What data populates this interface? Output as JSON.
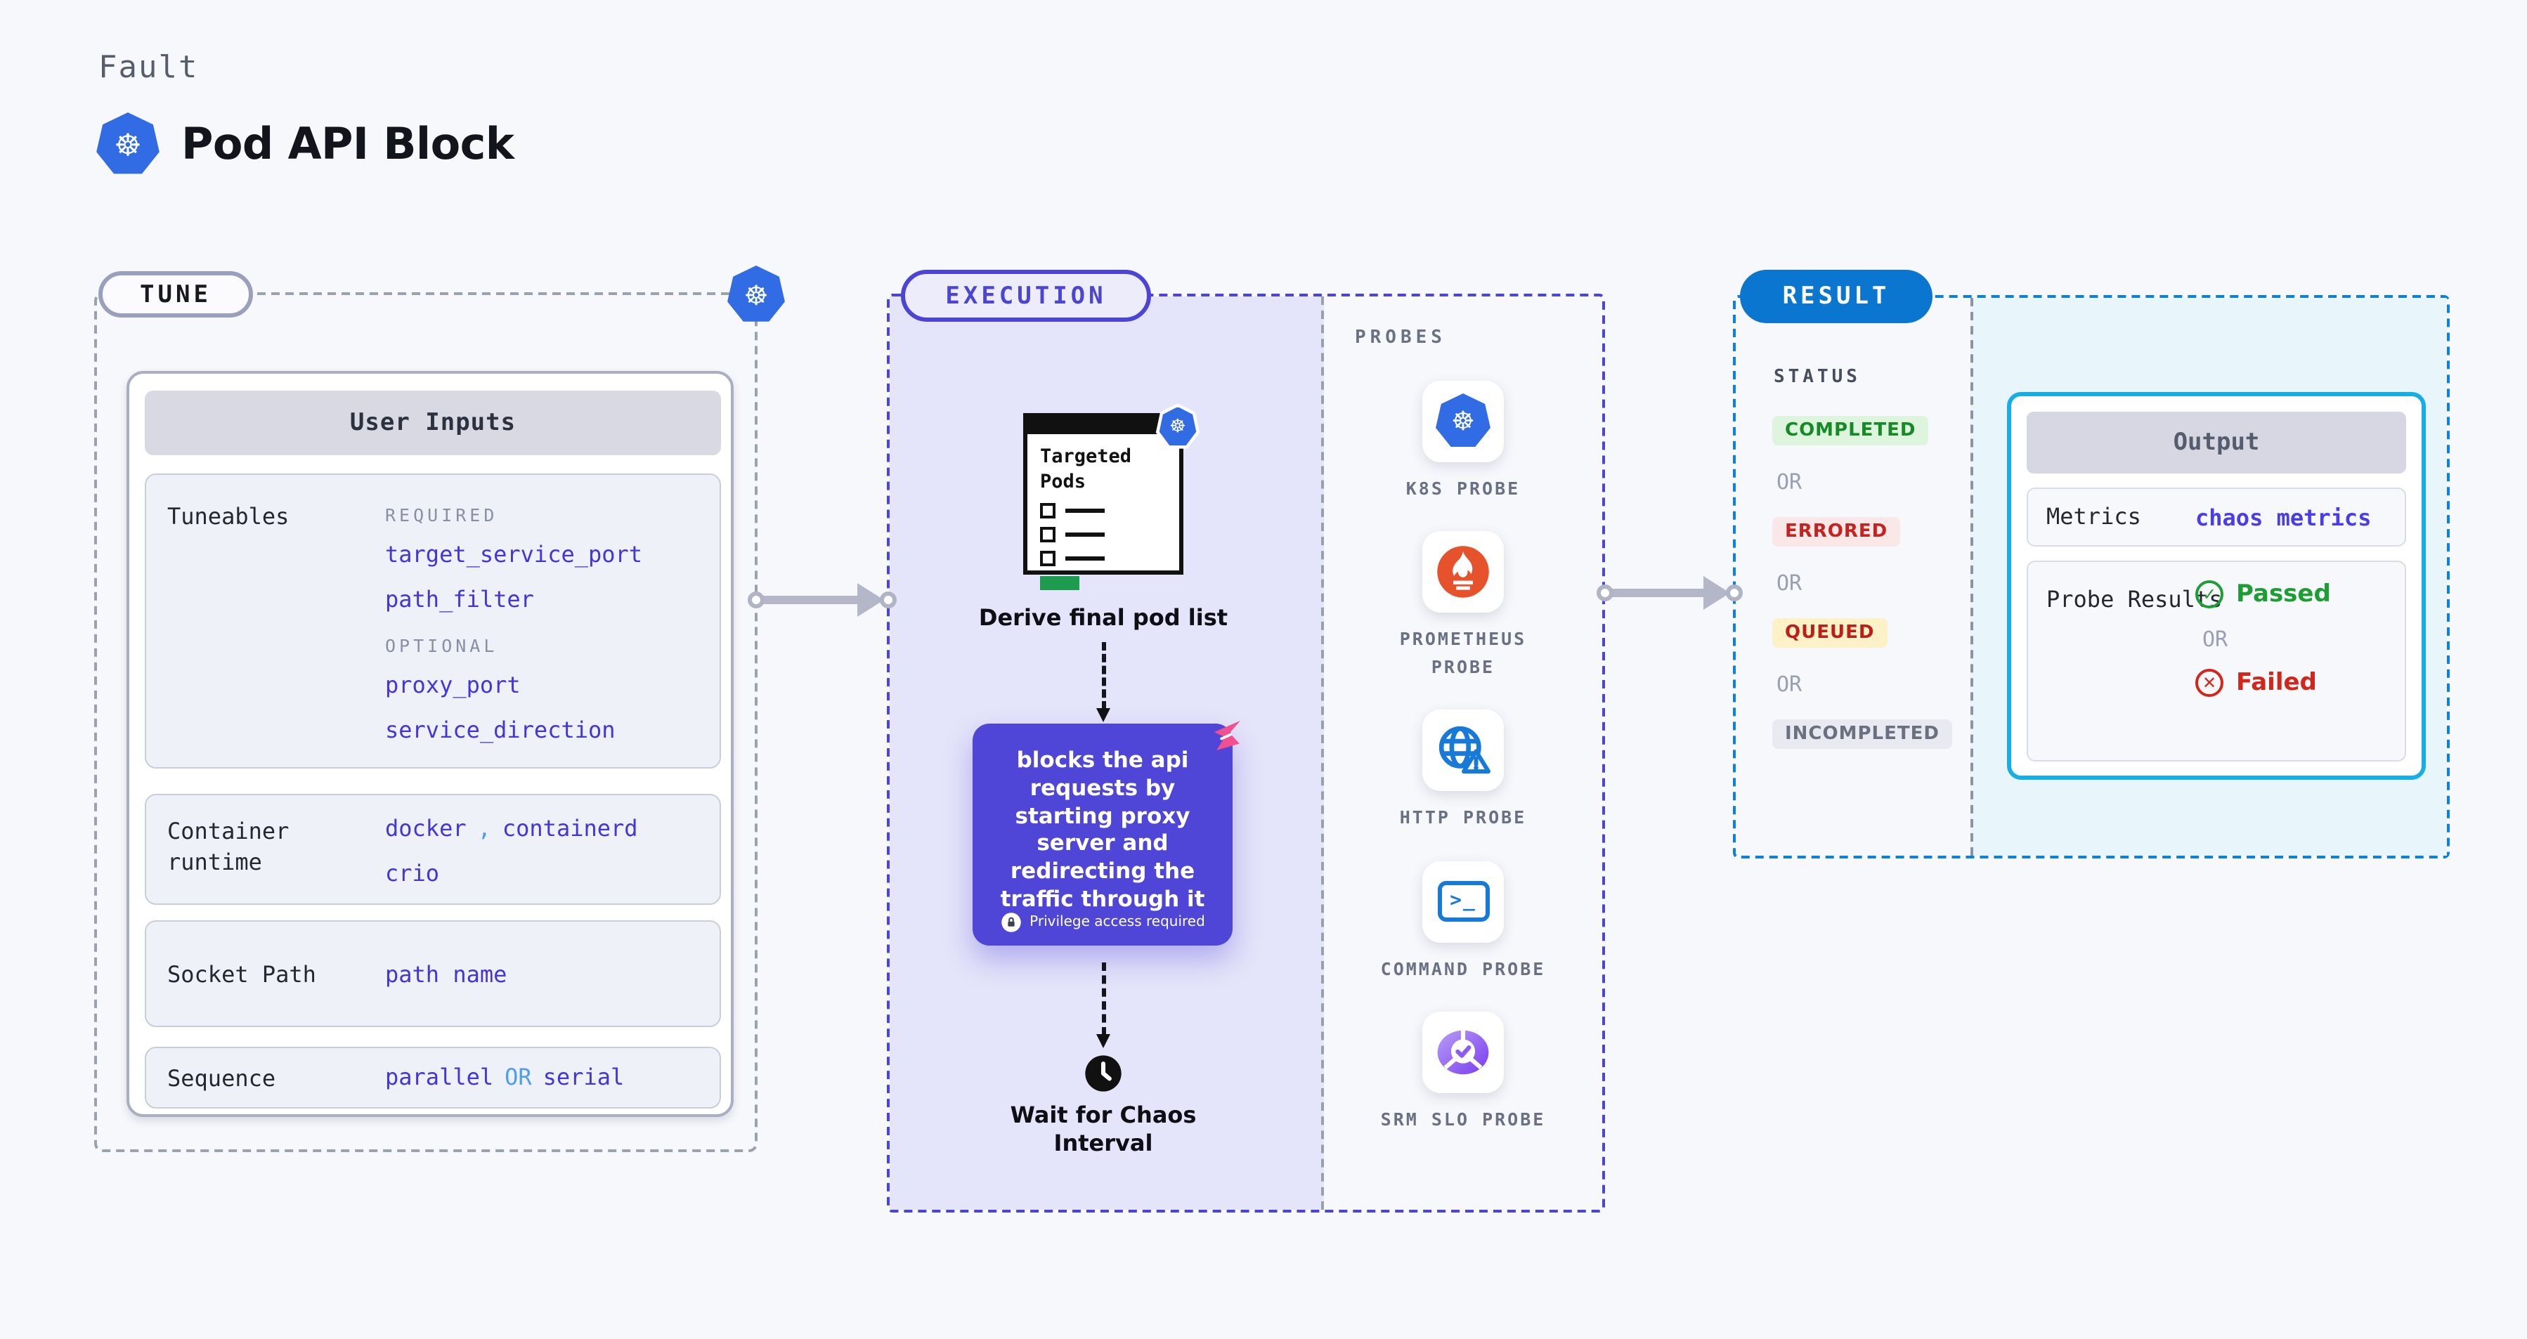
{
  "page": {
    "kind_label": "Fault",
    "title": "Pod API Block"
  },
  "tune": {
    "badge": "TUNE",
    "card_title": "User Inputs",
    "tuneables": {
      "label": "Tuneables",
      "required_heading": "REQUIRED",
      "required": [
        "target_service_port",
        "path_filter"
      ],
      "optional_heading": "OPTIONAL",
      "optional": [
        "proxy_port",
        "service_direction"
      ]
    },
    "container_runtime": {
      "label": "Container runtime",
      "value_1": "docker",
      "separator": ",",
      "value_2": "containerd",
      "value_3": "crio"
    },
    "socket_path": {
      "label": "Socket Path",
      "value": "path name"
    },
    "sequence": {
      "label": "Sequence",
      "value_1": "parallel",
      "separator": "OR",
      "value_2": "serial"
    }
  },
  "execution": {
    "badge": "EXECUTION",
    "pod_list_doc": {
      "title": "Targeted Pods",
      "icon": "kubernetes-icon"
    },
    "derive_label": "Derive final pod list",
    "action_box": {
      "text": "blocks the api requests by starting proxy server and redirecting the traffic through it",
      "note": "Privilege access required",
      "corner_icon": "chaos-pink-icon"
    },
    "wait_label": "Wait for Chaos Interval"
  },
  "probes": {
    "heading": "PROBES",
    "items": [
      {
        "label": "K8S PROBE",
        "icon": "kubernetes-icon"
      },
      {
        "label": "PROMETHEUS PROBE",
        "icon": "prometheus-flame-icon"
      },
      {
        "label": "HTTP PROBE",
        "icon": "globe-alert-icon"
      },
      {
        "label": "COMMAND PROBE",
        "icon": "terminal-icon"
      },
      {
        "label": "SRM SLO PROBE",
        "icon": "slo-gauge-check-icon"
      }
    ]
  },
  "result": {
    "badge": "RESULT",
    "status": {
      "heading": "STATUS",
      "separator": "OR",
      "options": [
        {
          "label": "COMPLETED",
          "type": "success"
        },
        {
          "label": "ERRORED",
          "type": "error"
        },
        {
          "label": "QUEUED",
          "type": "warning"
        },
        {
          "label": "INCOMPLETED",
          "type": "neutral"
        }
      ]
    },
    "output": {
      "title": "Output",
      "metrics_label": "Metrics",
      "metrics_value": "chaos metrics",
      "probe_results_label": "Probe Results",
      "passed_label": "Passed",
      "separator": "OR",
      "failed_label": "Failed",
      "passed_icon": "check-circle-icon",
      "failed_icon": "x-circle-icon"
    }
  },
  "colors": {
    "accent_indigo": "#4b44d4",
    "accent_blue": "#0b76cf",
    "accent_cyan": "#16aee6",
    "link_indigo": "#4334dd",
    "code_light_blue": "#4f9ded",
    "success_green": "#1d9e33",
    "error_red": "#d3261b",
    "k8s_blue": "#326ce5",
    "prometheus_orange": "#e6522c",
    "action_purple": "#4f46d8",
    "chaos_pink": "#f0508f",
    "lavender_bg": "#e4e4fa",
    "cyan_bg": "#e8f6fc"
  }
}
